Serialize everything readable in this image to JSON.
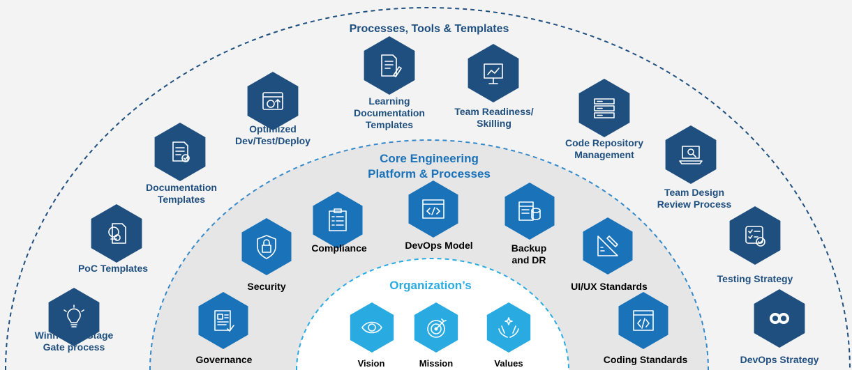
{
  "rings": {
    "outer_title": "Processes, Tools & Templates",
    "middle_title_line1": "Core Engineering",
    "middle_title_line2": "Platform & Processes",
    "inner_title": "Organization’s"
  },
  "outer_items": [
    {
      "id": "stage-gate",
      "icon": "lightbulb-icon",
      "line1": "Winnovate Stage",
      "line2": "Gate process"
    },
    {
      "id": "poc",
      "icon": "poc-template-icon",
      "line1": "PoC Templates",
      "line2": ""
    },
    {
      "id": "doc-templates",
      "icon": "document-check-icon",
      "line1": "Documentation",
      "line2": "Templates"
    },
    {
      "id": "optimized",
      "icon": "deploy-gear-icon",
      "line1": "Optimized",
      "line2": "Dev/Test/Deploy"
    },
    {
      "id": "learning",
      "icon": "document-pencil-icon",
      "line1": "Learning",
      "line2": "Documentation",
      "line3": "Templates"
    },
    {
      "id": "readiness",
      "icon": "presentation-board-icon",
      "line1": "Team Readiness/",
      "line2": "Skilling"
    },
    {
      "id": "code-repo",
      "icon": "server-stack-icon",
      "line1": "Code Repository",
      "line2": "Management"
    },
    {
      "id": "design-review",
      "icon": "laptop-review-icon",
      "line1": "Team Design",
      "line2": "Review Process"
    },
    {
      "id": "testing",
      "icon": "checklist-icon",
      "line1": "Testing Strategy",
      "line2": ""
    },
    {
      "id": "devops-strategy",
      "icon": "sync-arrows-icon",
      "line1": "DevOps Strategy",
      "line2": ""
    }
  ],
  "middle_items": [
    {
      "id": "governance",
      "icon": "clipboard-profile-icon",
      "line1": "Governance",
      "line2": ""
    },
    {
      "id": "security",
      "icon": "shield-lock-icon",
      "line1": "Security",
      "line2": ""
    },
    {
      "id": "compliance",
      "icon": "clipboard-list-icon",
      "line1": "Compliance",
      "line2": ""
    },
    {
      "id": "devops-model",
      "icon": "code-window-icon",
      "line1": "DevOps Model",
      "line2": ""
    },
    {
      "id": "backup",
      "icon": "database-backup-icon",
      "line1": "Backup",
      "line2": "and DR"
    },
    {
      "id": "uiux",
      "icon": "ruler-pencil-icon",
      "line1": "UI/UX Standards",
      "line2": ""
    },
    {
      "id": "coding",
      "icon": "code-brackets-icon",
      "line1": "Coding Standards",
      "line2": ""
    }
  ],
  "inner_items": [
    {
      "id": "vision",
      "icon": "eye-icon",
      "line1": "Vision"
    },
    {
      "id": "mission",
      "icon": "target-icon",
      "line1": "Mission"
    },
    {
      "id": "values",
      "icon": "hands-sparkle-icon",
      "line1": "Values"
    }
  ],
  "colors": {
    "background": "#f3f3f4",
    "middle_fill": "#e6e6e7",
    "inner_fill": "#ffffff",
    "outer_hex": "#1f4f7e",
    "middle_hex": "#1a72b8",
    "inner_hex": "#29abe2",
    "outer_dash": "#1f4f7e",
    "middle_dash": "#3589c8",
    "inner_dash": "#29abe2"
  }
}
